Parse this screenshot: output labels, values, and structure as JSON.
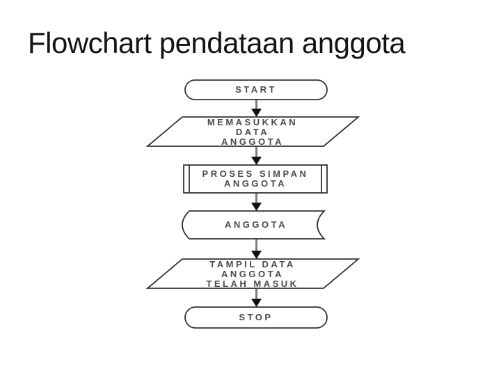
{
  "slide": {
    "title": "Flowchart pendataan anggota"
  },
  "flowchart": {
    "nodes": [
      {
        "id": "start",
        "type": "terminator",
        "label": "START"
      },
      {
        "id": "input",
        "type": "io-parallelogram",
        "label": "MEMASUKKAN\nDATA\nANGGOTA"
      },
      {
        "id": "process",
        "type": "predefined-process",
        "label": "PROSES SIMPAN\nANGGOTA"
      },
      {
        "id": "storage",
        "type": "stored-data",
        "label": "ANGGOTA"
      },
      {
        "id": "output",
        "type": "io-parallelogram",
        "label": "TAMPIL DATA\nANGGOTA\nTELAH MASUK"
      },
      {
        "id": "stop",
        "type": "terminator",
        "label": "STOP"
      }
    ],
    "edges": [
      {
        "from": "start",
        "to": "input"
      },
      {
        "from": "input",
        "to": "process"
      },
      {
        "from": "process",
        "to": "storage"
      },
      {
        "from": "storage",
        "to": "output"
      },
      {
        "from": "output",
        "to": "stop"
      }
    ],
    "colors": {
      "outline": "#333333",
      "label": "#4a4a4a",
      "arrow_stem": "#7d7d7d",
      "arrow_head": "#111111",
      "background": "#ffffff",
      "title_text": "#141414"
    }
  }
}
